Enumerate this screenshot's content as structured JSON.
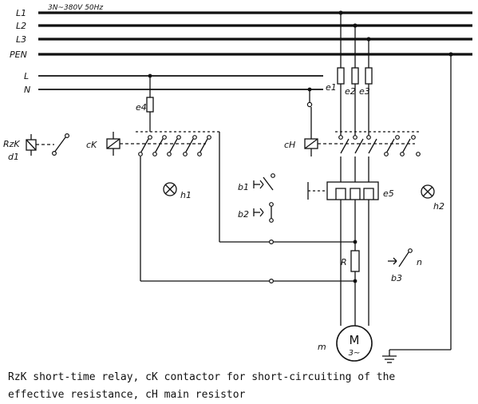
{
  "supply": "3N~380V 50Hz",
  "bus_labels": [
    "L1",
    "L2",
    "L3",
    "PEN",
    "L",
    "N"
  ],
  "fuse_labels": {
    "e1": "e1",
    "e2": "e2",
    "e3": "e3",
    "e4": "e4",
    "e5": "e5"
  },
  "component_labels": {
    "relay": "RzK",
    "relay_id": "d1",
    "contactor_k": "cK",
    "contactor_h": "cH",
    "lamp_1": "h1",
    "lamp_2": "h2",
    "button_1": "b1",
    "button_2": "b2",
    "button_3": "b3",
    "resistor": "R",
    "motor_ref": "m",
    "motor_symbol": "M",
    "motor_phase": "3~",
    "n_label": "n"
  },
  "caption": {
    "line1": "RzK short-time relay, cK contactor for short-circuiting of the",
    "line2": "effective resistance, cH main resistor"
  }
}
